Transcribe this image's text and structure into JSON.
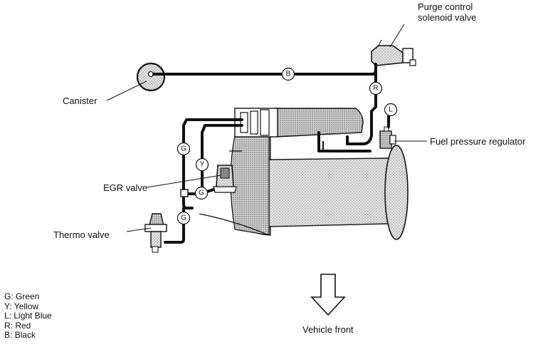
{
  "labels": {
    "purge_valve_line1": "Purge control",
    "purge_valve_line2": "solenoid valve",
    "canister": "Canister",
    "fuel_pressure_regulator": "Fuel pressure regulator",
    "egr_valve": "EGR valve",
    "thermo_valve": "Thermo valve",
    "vehicle_front": "Vehicle front"
  },
  "hose_codes": {
    "canister_to_purge": "B",
    "purge_down": "R",
    "regulator": "L",
    "egr_left_upper": "G",
    "egr_yellow": "Y",
    "egr_green_mid": "G",
    "thermo_green": "G"
  },
  "legend": [
    {
      "code": "G",
      "color": "Green"
    },
    {
      "code": "Y",
      "color": "Yellow"
    },
    {
      "code": "L",
      "color": "Light Blue"
    },
    {
      "code": "R",
      "color": "Red"
    },
    {
      "code": "B",
      "color": "Black"
    }
  ]
}
